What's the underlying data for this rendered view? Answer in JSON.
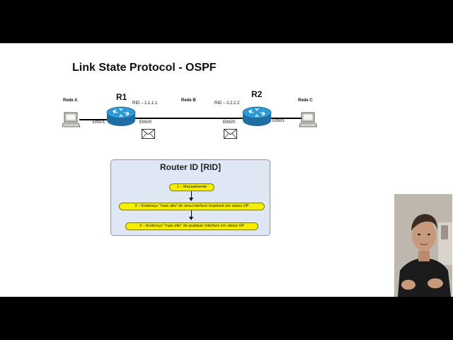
{
  "title": "Link State Protocol - OSPF",
  "topology": {
    "network_a": "Rede A",
    "network_b": "Rede B",
    "network_c": "Rede C",
    "r1": {
      "name": "R1",
      "rid": "RID – 1.1.1.1",
      "left_iface": "Eth0/1",
      "right_iface": "Eth0/0"
    },
    "r2": {
      "name": "R2",
      "rid": "RID – 2.2.2.2",
      "left_iface": "Eth0/0",
      "right_iface": "Eth0/1"
    }
  },
  "router_id_box": {
    "heading": "Router ID [RID]",
    "steps": [
      "1 – Manualmente",
      "2 – Endereço \"mais alto\" de uma interface loopback em status UP",
      "3 – Endereço \"mais alto\" de qualquer interface em status UP"
    ]
  },
  "colors": {
    "router": "#1f8fcf",
    "pill": "#f6f000",
    "box": "#dfe6f4"
  },
  "icons": [
    "computer-icon",
    "router-icon",
    "envelope-icon"
  ]
}
